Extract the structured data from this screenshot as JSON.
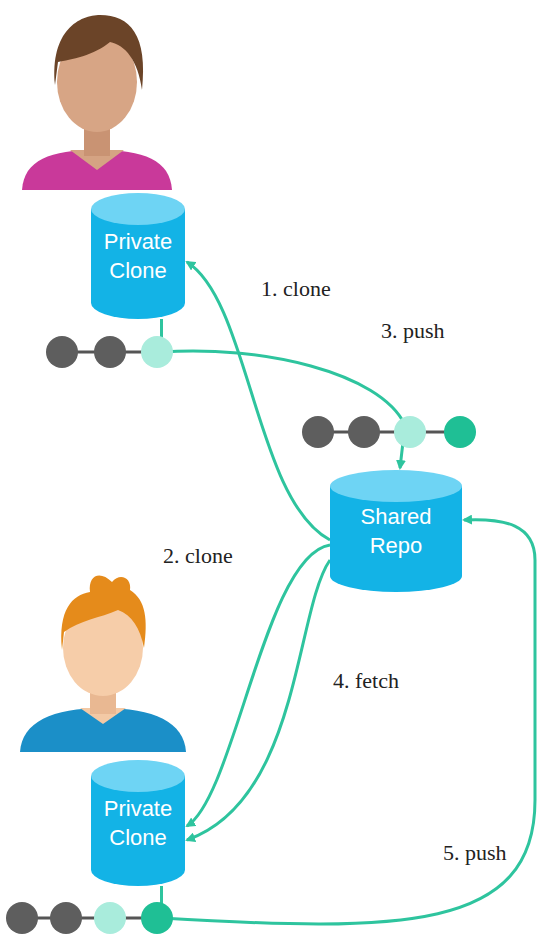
{
  "diagram": {
    "nodes": [
      {
        "text": [
          "Private Clone"
        ]
      },
      {
        "text": [
          "Shared Repo"
        ]
      },
      {
        "text": [
          "Private Clone"
        ]
      }
    ],
    "edges": [
      {
        "from": 1,
        "to": 0,
        "label": "1. clone",
        "arrow": "to"
      },
      {
        "from": 1,
        "to": 2,
        "label": "2. clone",
        "arrow": "to"
      },
      {
        "from": 0,
        "to": 1,
        "label": "3. push",
        "arrow": "to"
      },
      {
        "from": 1,
        "to": 2,
        "label": "4. fetch",
        "arrow": "to"
      },
      {
        "from": 2,
        "to": 1,
        "label": "5. push",
        "arrow": "to"
      }
    ]
  }
}
